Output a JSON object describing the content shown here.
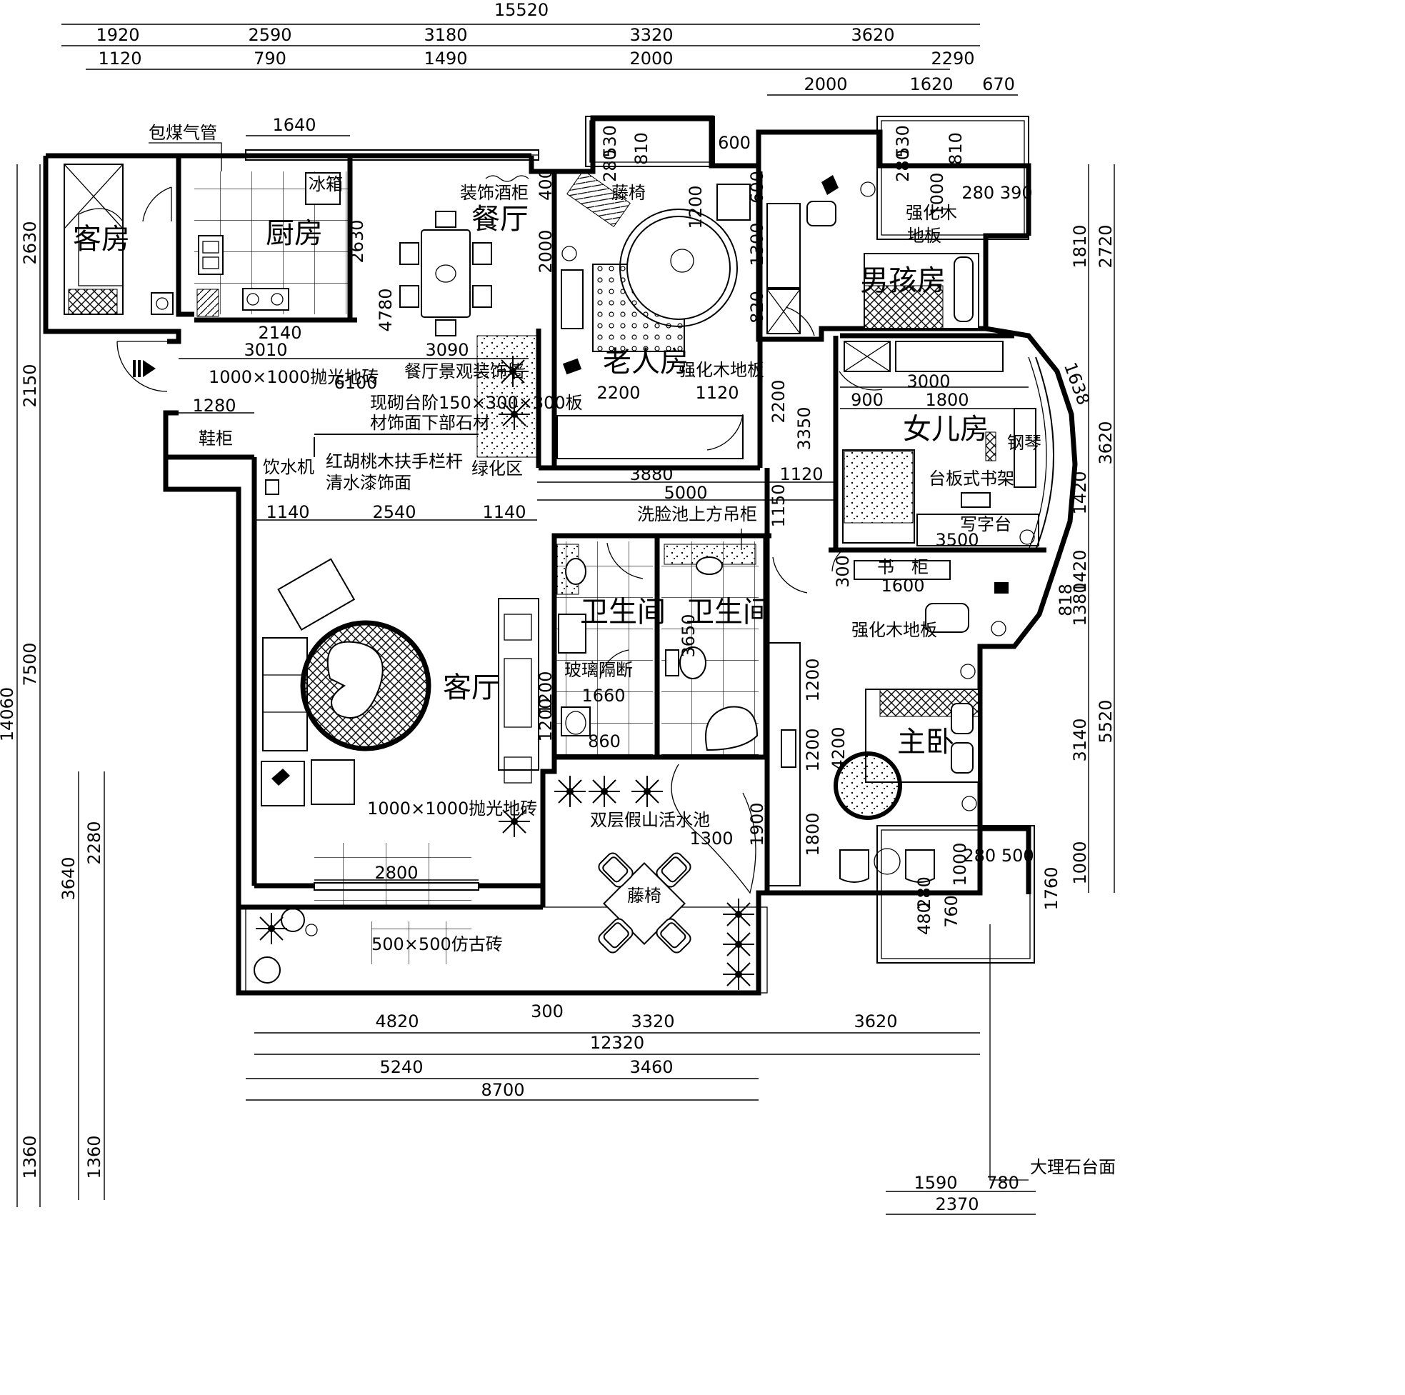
{
  "rooms": {
    "guest_room": "客房",
    "kitchen": "厨房",
    "dining": "餐厅",
    "elder_room": "老人房",
    "boy_room": "男孩房",
    "daughter_room": "女儿房",
    "living_room": "客厅",
    "bathroom_1": "卫生间",
    "bathroom_2": "卫生间",
    "master_bedroom": "主卧"
  },
  "annotations": {
    "gas_pipe": "包煤气管",
    "fridge": "冰箱",
    "wine_cabinet": "装饰酒柜",
    "rattan_chair_1": "藤椅",
    "laminate_floor_1": "强化木",
    "laminate_floor_1b": "地板",
    "laminate_floor_2": "强化木地板",
    "laminate_floor_3": "强化木地板",
    "polished_tile_1": "1000×1000抛光地砖",
    "polished_tile_2": "1000×1000抛光地砖",
    "dining_wall": "餐厅景观装饰墙",
    "step_1": "现砌台阶150×300×300板",
    "step_2": "材饰面下部石材",
    "shoe_cabinet": "鞋柜",
    "water_dispenser": "饮水机",
    "handrail_1": "红胡桃木扶手栏杆",
    "handrail_2": "清水漆饰面",
    "green_area": "绿化区",
    "basin_cabinet": "洗脸池上方吊柜",
    "glass_partition": "玻璃隔断",
    "bookcase": "书　柜",
    "piano": "钢琴",
    "desk_shelf": "台板式书架",
    "writing_desk": "写字台",
    "rockery_pool": "双层假山活水池",
    "rattan_chair_2": "藤椅",
    "antique_tile": "500×500仿古砖",
    "marble_counter": "大理石台面"
  },
  "dimensions": {
    "top_total": "15520",
    "top_row1": [
      "1920",
      "2590",
      "3180",
      "3320",
      "3620"
    ],
    "top_row2": [
      "1120",
      "790",
      "1490",
      "2000",
      "2290"
    ],
    "top_row3": [
      "2000",
      "1620",
      "670"
    ],
    "kitchen_win": "1640",
    "b1": [
      "530",
      "280",
      "810"
    ],
    "b2": [
      "530",
      "280",
      "810"
    ],
    "d600a": "600",
    "d400": "400",
    "d1200a": "1200",
    "d2000a": "2000",
    "d600b": "600",
    "d1300a": "1300",
    "d820": "820",
    "d1000a": "1000",
    "d280_390": "280 390",
    "kitchen_h": "2630",
    "dining_h": "4780",
    "d2140": "2140",
    "d3010": "3010",
    "d3090": "3090",
    "d6100": "6100",
    "d2200a": "2200",
    "d1120a": "1120",
    "d2200b": "2200",
    "d3350": "3350",
    "d3000": "3000",
    "d900": "900",
    "d1800a": "1800",
    "d1638": "1638",
    "d1280": "1280",
    "d3880": "3880",
    "d1120b": "1120",
    "d5000": "5000",
    "d1150": "1150",
    "d1420": "1420",
    "d3500": "3500",
    "d1140a": "1140",
    "d2540": "2540",
    "d1140b": "1140",
    "d300a": "300",
    "d1600": "1600",
    "d818": "818",
    "d3650": "3650",
    "d1200b": "1200",
    "d1660": "1660",
    "d1200c": "1200",
    "d860": "860",
    "d1200d": "1200",
    "d1200e": "1200",
    "d4200": "4200",
    "d1900": "1900",
    "d1300b": "1300",
    "d1800b": "1800",
    "d2800": "2800",
    "d1000b": "1000",
    "d280_500": "280 500",
    "d480": "480",
    "d280b": "280",
    "d760": "760",
    "d1590": "1590",
    "d780": "780",
    "d2370": "2370",
    "left": [
      "2630",
      "2150",
      "14060",
      "7500",
      "3640",
      "2280",
      "1360",
      "1360"
    ],
    "right": [
      "2720",
      "1810",
      "3620",
      "1420",
      "1380",
      "5520",
      "3140",
      "1760",
      "1000"
    ],
    "bottom_row1": [
      "4820",
      "300",
      "3320",
      "3620"
    ],
    "bottom_row2": "12320",
    "bottom_row3": [
      "5240",
      "3460"
    ],
    "bottom_total": "8700"
  }
}
